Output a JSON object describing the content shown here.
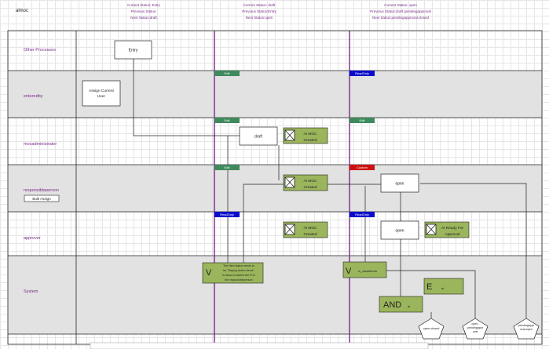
{
  "diagram": {
    "name": "almoc",
    "headers": [
      [
        "Current Status: Entry",
        "Previous Status:",
        "Next Status:draft"
      ],
      [
        "Current Status: draft",
        "Previous Status:Entry",
        "Next Status:open"
      ],
      [
        "Current Status: open",
        "Previous Status:draft |pendingapproval",
        "Next Status:pendingapproval,closed"
      ]
    ],
    "lanes": [
      {
        "label": "Other Processes"
      },
      {
        "label": "enteredby"
      },
      {
        "label": "mocadministrator"
      },
      {
        "label": "responsibleperson"
      },
      {
        "label": "approver"
      },
      {
        "label": "System"
      }
    ],
    "bulk_assign_label": "Bulk Assign",
    "tags": [
      {
        "text": "Edit",
        "color": "#3f8a5c"
      },
      {
        "text": "ReadOnly",
        "color": "#0a0acc"
      },
      {
        "text": "Edit",
        "color": "#3f8a5c"
      },
      {
        "text": "Edit",
        "color": "#3f8a5c"
      },
      {
        "text": "Edit",
        "color": "#3f8a5c"
      },
      {
        "text": "Custom",
        "color": "#cc1111"
      },
      {
        "text": "ReadOnly",
        "color": "#0a0acc"
      },
      {
        "text": "ReadOnly",
        "color": "#0a0acc"
      }
    ],
    "boxes": {
      "entry": "Entry",
      "assign_current_user": [
        "Assign Current",
        "User"
      ],
      "draft": "draft",
      "open1": "open",
      "open2": "open"
    },
    "notifications": [
      [
        "At MOC",
        "Created"
      ],
      [
        "At MOC",
        "Created"
      ],
      [
        "At MOC",
        "Created"
      ],
      [
        "At Ready For",
        "Approval"
      ]
    ],
    "validations": [
      {
        "letter": "V",
        "text": [
          "The Next status needs to",
          "be \"Deploy Action Items\"",
          "to allow to submit the R to",
          "the responsibleperson"
        ]
      },
      {
        "letter": "V",
        "text": [
          "iv_closeitems"
        ]
      }
    ],
    "e_node": {
      "letter": "E",
      "text": "ai"
    },
    "and_node": {
      "letter": "AND",
      "text": "ai"
    },
    "end_states": [
      [
        "open-closed"
      ],
      [
        "open-",
        "pendingappr",
        "oval"
      ],
      [
        "pendingappr",
        "oval-open"
      ]
    ],
    "colors": {
      "lane_alt": "#e2e2e2",
      "purple_line": "#7a2a8a",
      "green_box": "#9bb55c",
      "label_purple": "#7a2a8a"
    }
  }
}
